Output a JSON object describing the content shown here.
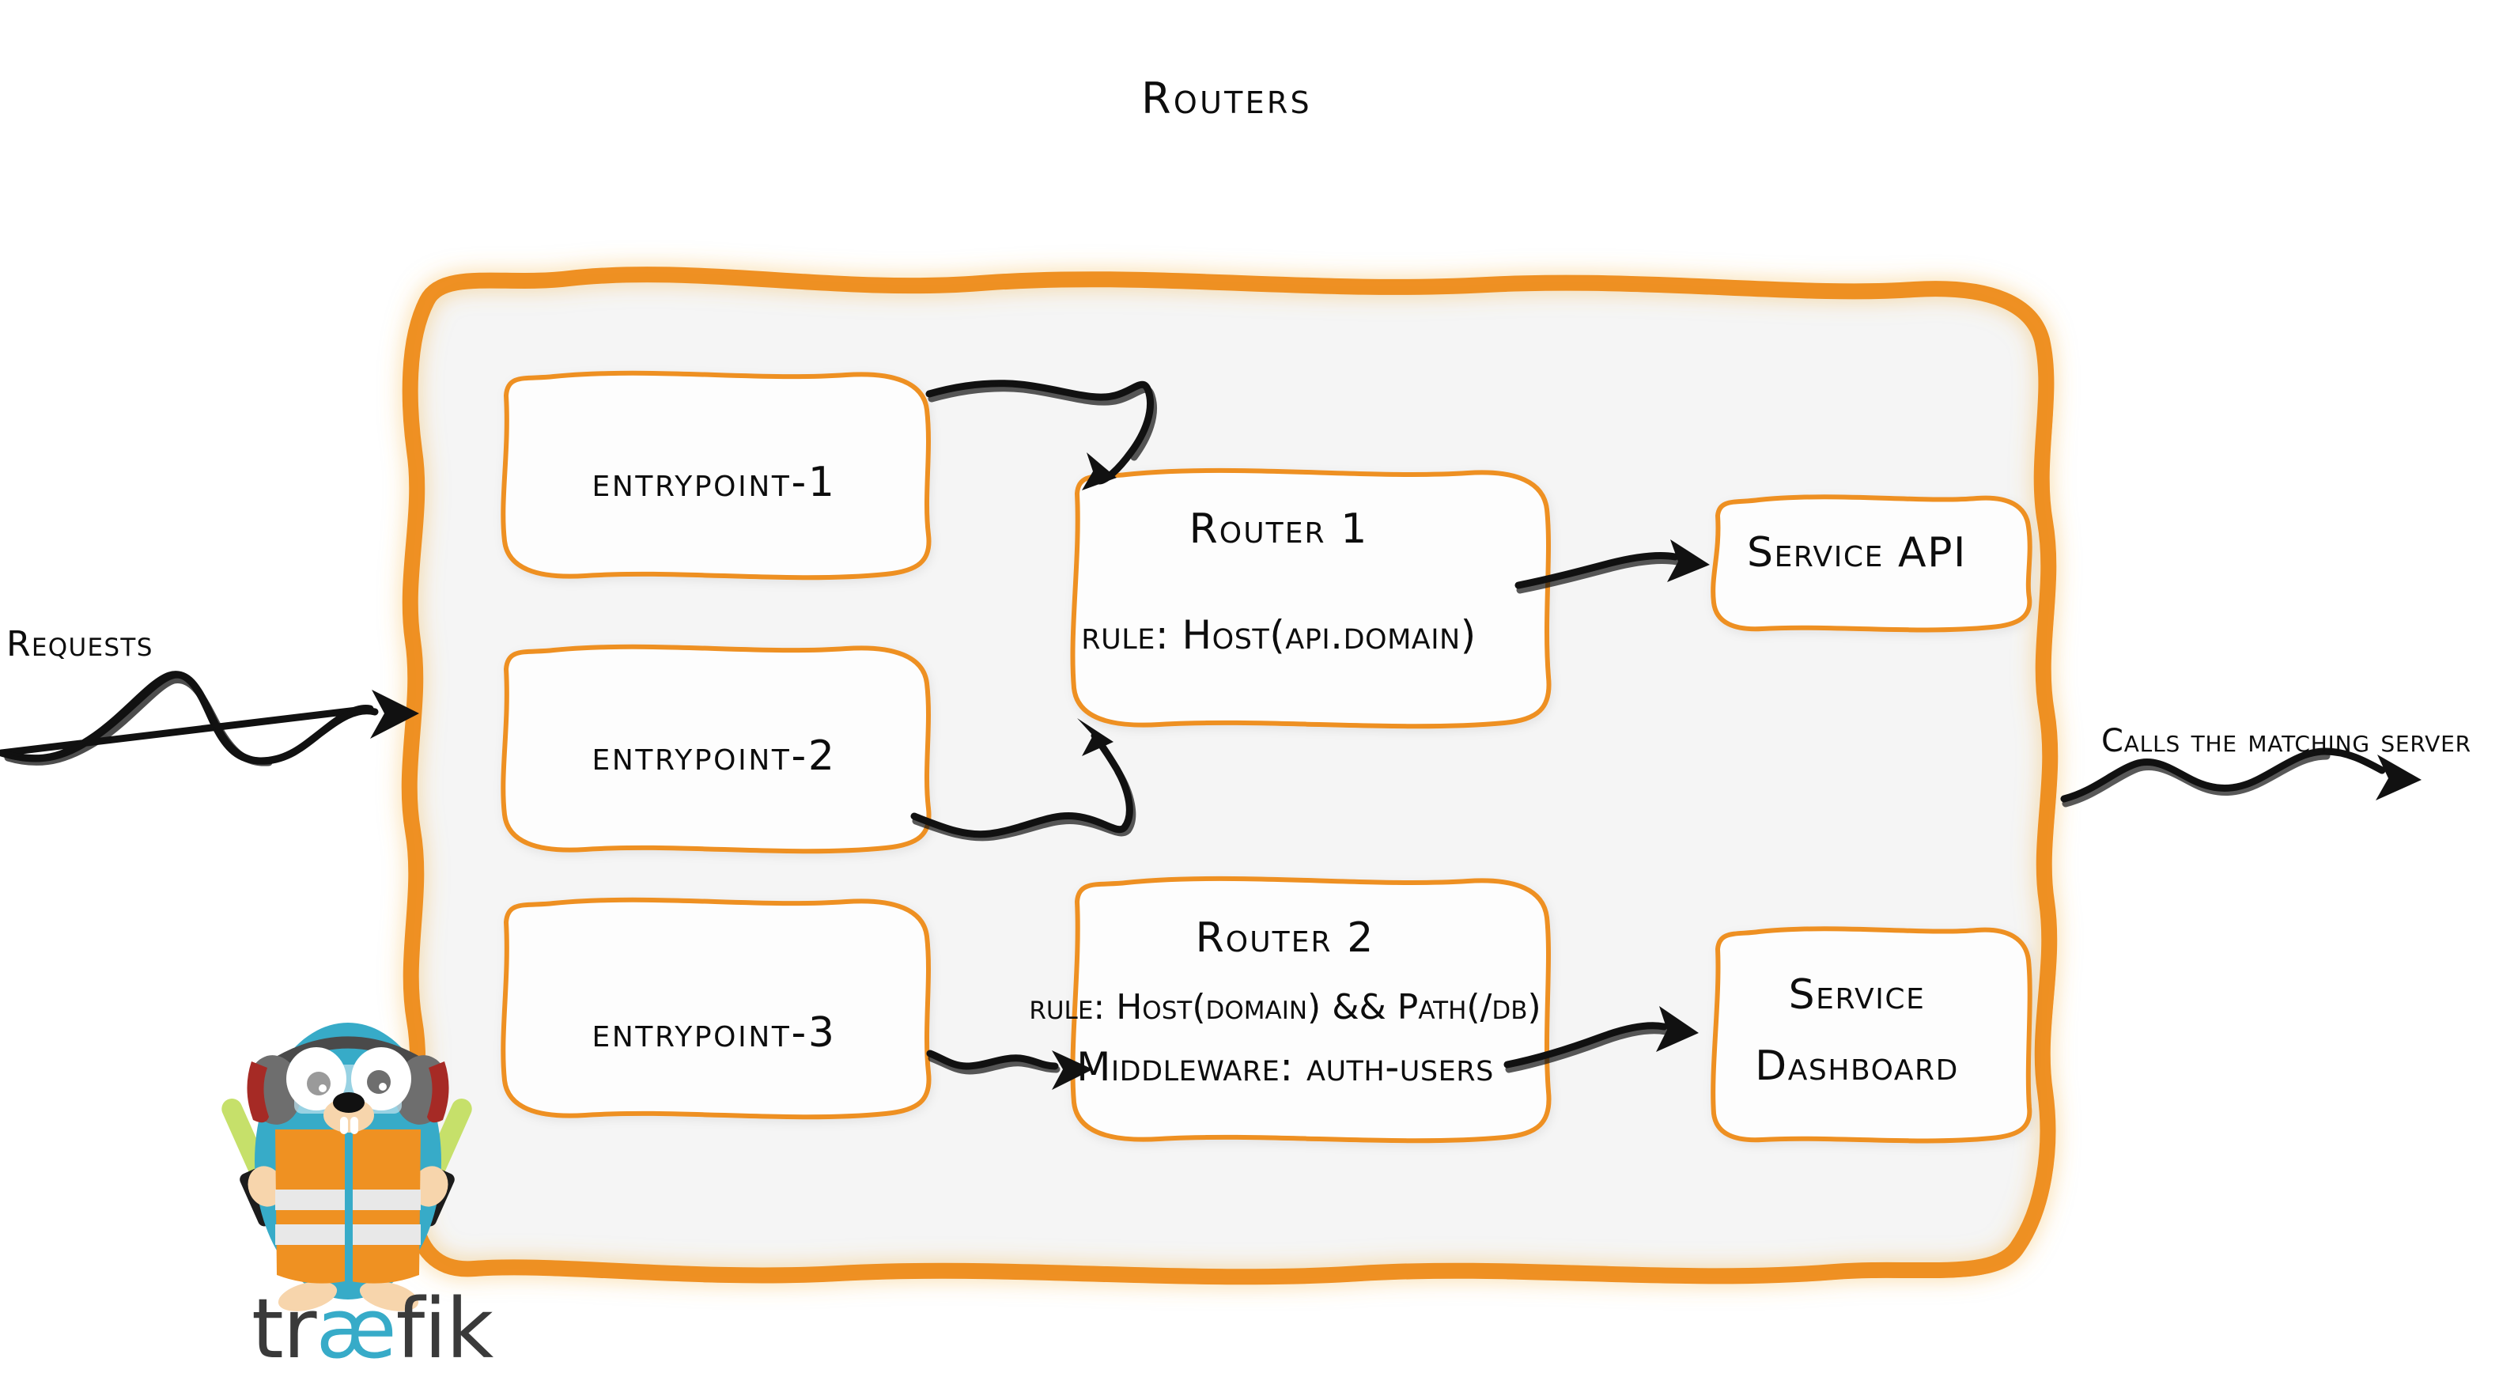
{
  "diagram": {
    "title": "Routers",
    "brand": "traefik",
    "brand_parts": {
      "pre": "tr",
      "ae": "æ",
      "post": "fik"
    },
    "colors": {
      "accent_orange": "#EE9023",
      "panel_fill": "#F5F5F5",
      "box_fill": "#FDFDFD",
      "ink": "#0D0D0D",
      "gopher_body": "#37ABC8",
      "gopher_vest": "#EF9122",
      "gopher_stripe": "#E8E8E8",
      "gopher_headphone": "#6E6E6E",
      "gopher_headphone_accent": "#A62A25",
      "gopher_wand": "#C6E06A",
      "gopher_skin": "#F7D5AC",
      "brand_dark": "#3A3A3A",
      "brand_cyan": "#37ABC8"
    }
  },
  "flow": {
    "inbound_label": "Requests",
    "outbound_label": "Calls the matching server"
  },
  "entrypoints": [
    {
      "id": "entrypoint-1",
      "label": "entrypoint-1"
    },
    {
      "id": "entrypoint-2",
      "label": "entrypoint-2"
    },
    {
      "id": "entrypoint-3",
      "label": "entrypoint-3"
    }
  ],
  "routers": [
    {
      "id": "router-1",
      "title": "Router 1",
      "rule": "rule: Host(api.domain)",
      "middleware": null
    },
    {
      "id": "router-2",
      "title": "Router 2",
      "rule": "rule: Host(domain) && Path(/db)",
      "middleware": "Middleware: auth-users"
    }
  ],
  "services": [
    {
      "id": "service-api",
      "lines": [
        "Service API"
      ],
      "line1": "Service API",
      "line2": ""
    },
    {
      "id": "service-dashboard",
      "lines": [
        "Service",
        "Dashboard"
      ],
      "line1": "Service",
      "line2": "Dashboard"
    }
  ],
  "icons": {
    "gopher": "traefik-gopher-mascot",
    "arrow": "arrow-head-icon"
  }
}
